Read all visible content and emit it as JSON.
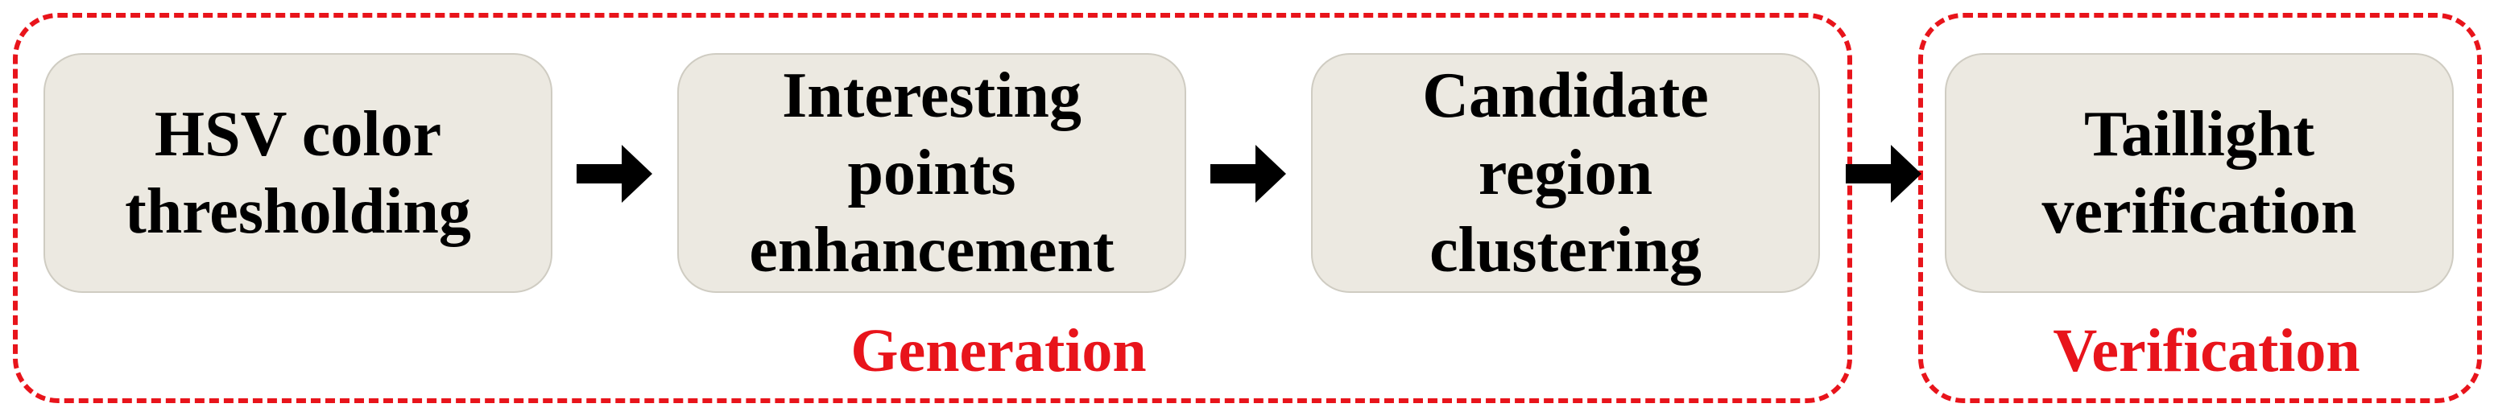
{
  "groups": {
    "generation_label": "Generation",
    "verification_label": "Verification"
  },
  "steps": [
    {
      "label": "HSV color\nthresholding"
    },
    {
      "label": "Interesting\npoints\nenhancement"
    },
    {
      "label": "Candidate\nregion\nclustering"
    },
    {
      "label": "Taillight\nverification"
    }
  ],
  "colors": {
    "group_border": "#e8141b",
    "group_label": "#e8141b",
    "box_fill": "#ece9e1",
    "arrow": "#000000"
  },
  "icons": [
    "right-arrow-icon",
    "right-arrow-icon",
    "right-arrow-icon"
  ]
}
